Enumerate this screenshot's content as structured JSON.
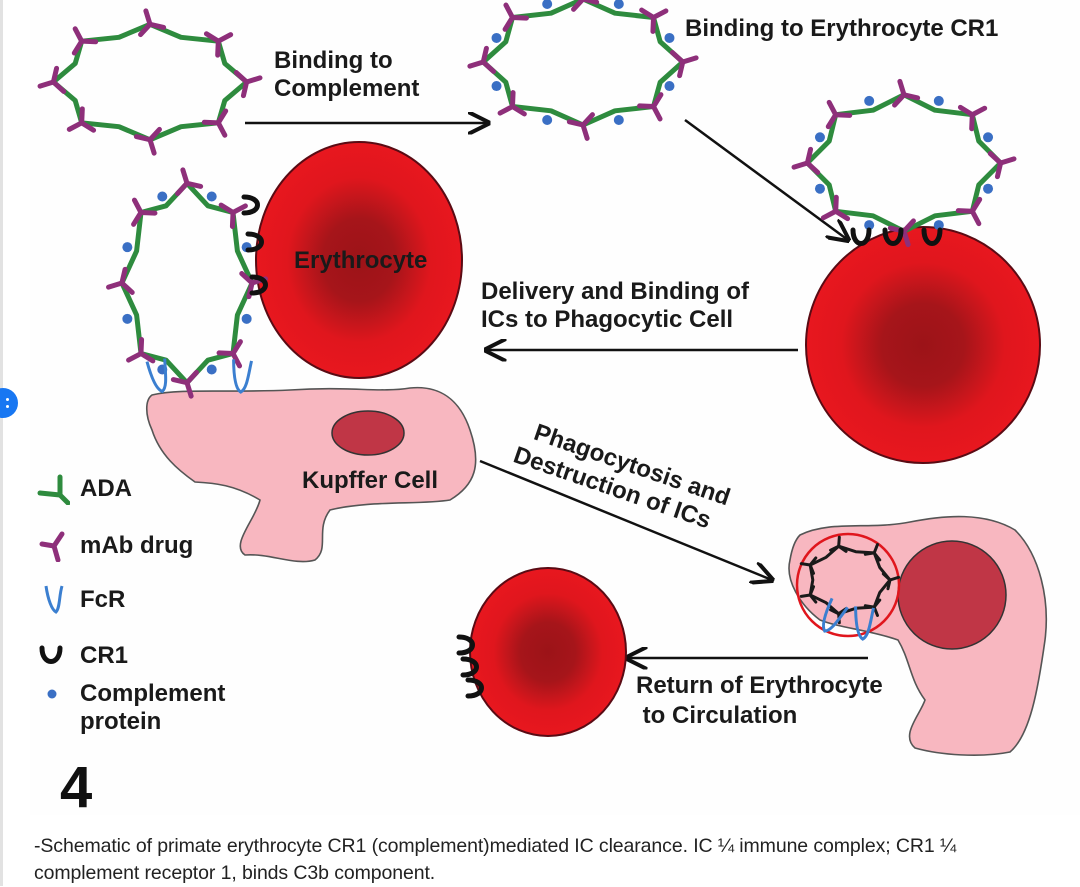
{
  "figure": {
    "panel_number": "4",
    "steps": {
      "binding_to_complement": [
        "Binding to",
        "Complement"
      ],
      "binding_to_cr1": "Binding to Erythrocyte CR1",
      "delivery": [
        "Delivery and Binding of",
        "ICs to Phagocytic Cell"
      ],
      "phagocytosis": [
        "Phagocytosis and",
        "Destruction of ICs"
      ],
      "return": [
        "Return of Erythrocyte",
        " to Circulation"
      ]
    },
    "cell_labels": {
      "erythrocyte": "Erythrocyte",
      "kupffer": "Kupffer Cell"
    },
    "legend": [
      {
        "icon": "ada-antibody-icon",
        "label": "ADA",
        "color": "#2e8b3e"
      },
      {
        "icon": "mab-drug-icon",
        "label": "mAb drug",
        "color": "#8e2f7a"
      },
      {
        "icon": "fcr-icon",
        "label": "FcR",
        "color": "#3b7fd0"
      },
      {
        "icon": "cr1-icon",
        "label": "CR1",
        "color": "#111111"
      },
      {
        "icon": "complement-protein-icon",
        "label": "Complement",
        "label2": "protein",
        "color": "#3a6fc4"
      }
    ],
    "colors": {
      "erythrocyte": "#e3141c",
      "erythrocyte_center": "#a01419",
      "kupffer_cell": "#f7b8c0",
      "nucleus": "#c0394a",
      "ada": "#2e8b3e",
      "mab": "#8e2f7a",
      "complement": "#3a6fc4"
    }
  },
  "caption": {
    "line1": "-Schematic of primate erythrocyte CR1 (complement)mediated IC clearance. IC ¼ immune complex; CR1 ¼",
    "line2": "complement receptor 1, binds C3b component."
  }
}
